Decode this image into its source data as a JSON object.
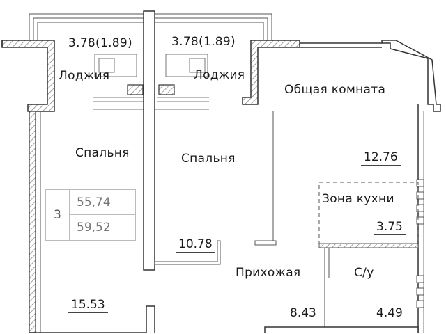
{
  "rooms": {
    "loggia_left": {
      "name": "Лоджия",
      "area": "3.78(1.89)"
    },
    "loggia_right": {
      "name": "Лоджия",
      "area": "3.78(1.89)"
    },
    "bedroom_left": {
      "name": "Спальня",
      "area": "15.53"
    },
    "bedroom_center": {
      "name": "Спальня",
      "area": "10.78"
    },
    "living_room": {
      "name": "Общая комната",
      "area": "12.76"
    },
    "kitchen_zone": {
      "name": "Зона кухни",
      "area": "3.75"
    },
    "hallway": {
      "name": "Прихожая",
      "area": "8.43"
    },
    "bathroom": {
      "name": "С/у",
      "area": "4.49"
    }
  },
  "summary": {
    "rooms_count": "3",
    "living_area": "55,74",
    "total_area": "59,52"
  },
  "colors": {
    "wall": "#3a3a3a",
    "hatch": "#9a9a9a",
    "text": "#1a1a1a",
    "muted": "#777777"
  }
}
